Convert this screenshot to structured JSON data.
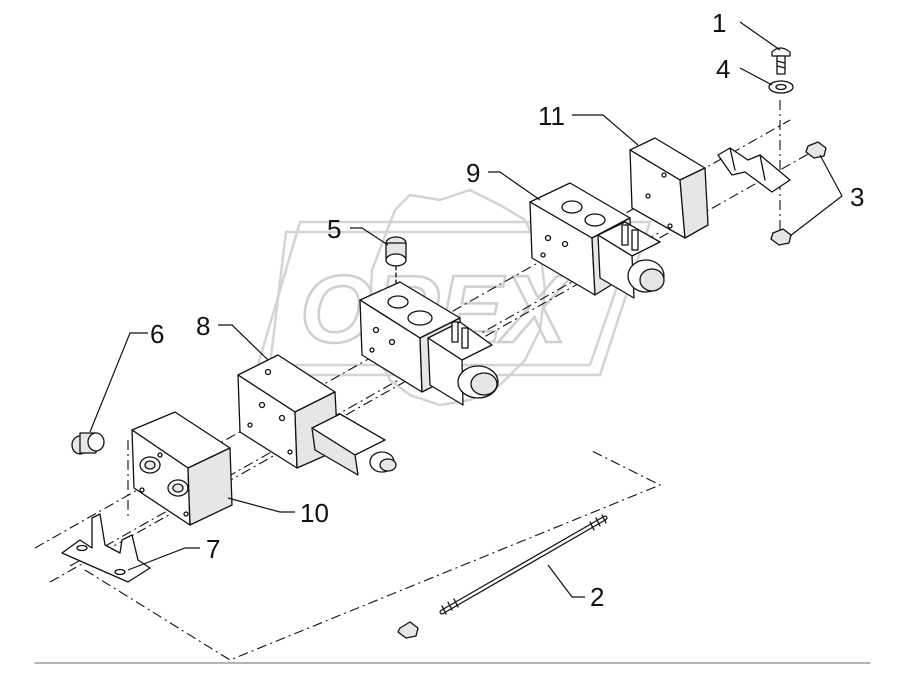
{
  "watermark": {
    "text": "OPEX"
  },
  "callouts": {
    "c1": "1",
    "c2": "2",
    "c3": "3",
    "c4": "4",
    "c5": "5",
    "c6": "6",
    "c7": "7",
    "c8": "8",
    "c9": "9",
    "c10": "10",
    "c11": "11"
  },
  "parts": [
    {
      "id": "1",
      "icon": "bolt-icon"
    },
    {
      "id": "2",
      "icon": "threaded-rod-icon"
    },
    {
      "id": "3",
      "icon": "nut-icon"
    },
    {
      "id": "4",
      "icon": "washer-icon"
    },
    {
      "id": "5",
      "icon": "fitting-icon"
    },
    {
      "id": "6",
      "icon": "plug-icon"
    },
    {
      "id": "7",
      "icon": "bracket-icon"
    },
    {
      "id": "8",
      "icon": "valve-block-icon"
    },
    {
      "id": "9",
      "icon": "solenoid-valve-icon"
    },
    {
      "id": "10",
      "icon": "end-plate-icon"
    },
    {
      "id": "11",
      "icon": "cover-plate-icon"
    }
  ]
}
